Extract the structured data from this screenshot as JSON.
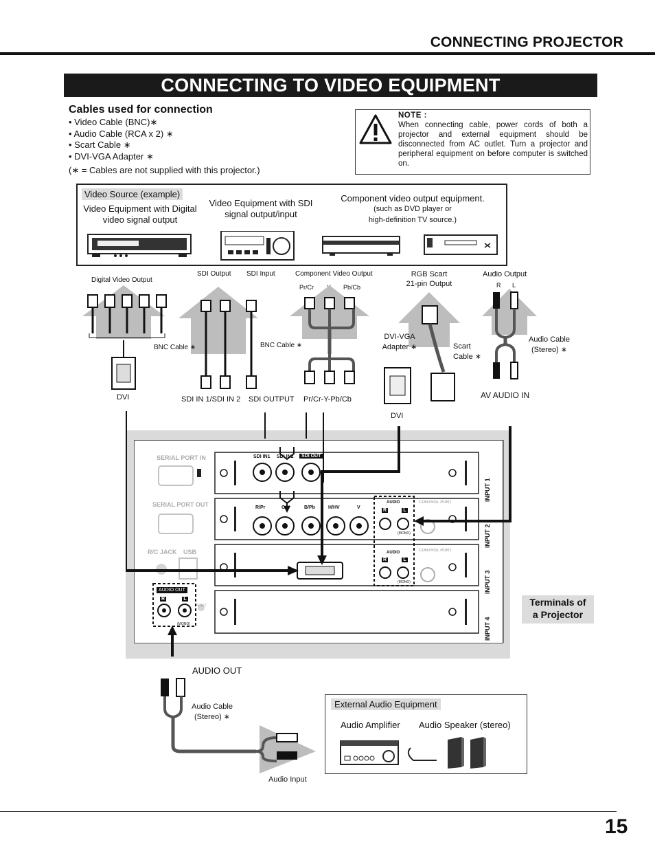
{
  "header": {
    "section_title": "CONNECTING PROJECTOR",
    "banner_title": "CONNECTING TO VIDEO EQUIPMENT"
  },
  "cables": {
    "heading": "Cables used for connection",
    "items": [
      "• Video Cable (BNC)∗",
      "• Audio Cable (RCA x 2) ∗",
      "• Scart Cable ∗",
      "• DVI-VGA Adapter ∗"
    ],
    "footnote": "(∗ = Cables are not supplied with this projector.)"
  },
  "note": {
    "title": "NOTE :",
    "text": "When connecting cable, power cords of both a projector and external equipment should be disconnected from AC outlet. Turn a projector and peripheral equipment on before computer is switched on."
  },
  "video_source": {
    "label": "Video Source (example)",
    "digital": "Video Equipment with Digital video signal output",
    "sdi": "Video Equipment with SDI signal output/input",
    "component": "Component video output equipment.",
    "component_sub1": "(such as DVD player or",
    "component_sub2": "high-definition TV source.)"
  },
  "connectors": {
    "digital_video_output": "Digital Video Output",
    "sdi_output": "SDI Output",
    "sdi_input": "SDI Input",
    "component_video_output": "Component Video Output",
    "pr_cr": "Pr/Cr",
    "y": "Y",
    "pb_cb": "Pb/Cb",
    "rgb_scart_1": "RGB Scart",
    "rgb_scart_2": "21-pin Output",
    "audio_output": "Audio Output",
    "r": "R",
    "l": "L",
    "bnc_cable_1": "BNC Cable ∗",
    "bnc_cable_2": "BNC Cable ∗",
    "dvi_vga_1": "DVI-VGA",
    "dvi_vga_2": "Adapter ∗",
    "scart_1": "Scart",
    "scart_2": "Cable ∗",
    "audio_cable_1": "Audio Cable",
    "audio_cable_2": "(Stereo) ∗",
    "dvi_left": "DVI",
    "sdi_in_12": "SDI IN 1/SDI IN 2",
    "sdi_output_term": "SDI OUTPUT",
    "pr_cr_y_pb_cb": "Pr/Cr-Y-Pb/Cb",
    "dvi_center": "DVI",
    "av_audio_in": "AV AUDIO IN"
  },
  "projector": {
    "serial_port_in": "SERIAL PORT IN",
    "serial_port_out": "SERIAL PORT OUT",
    "rc_jack": "R/C JACK",
    "usb": "USB",
    "audio_out": "AUDIO OUT",
    "reset": "RESET",
    "mono": "(MONO)",
    "sdi_in1": "SDI IN1",
    "sdi_in2": "SDI IN2",
    "sdi_out": "SDI OUT",
    "r_pr": "R/Pr",
    "g_y": "G/Y",
    "b_pb": "B/Pb",
    "h_hv": "H/HV",
    "v": "V",
    "audio": "AUDIO",
    "control_port": "CONTROL PORT",
    "input1": "INPUT 1",
    "input2": "INPUT 2",
    "input3": "INPUT 3",
    "input4": "INPUT 4",
    "terminals_label_1": "Terminals of",
    "terminals_label_2": "a Projector"
  },
  "audio_out": {
    "label": "AUDIO OUT",
    "cable_1": "Audio Cable",
    "cable_2": "(Stereo) ∗",
    "audio_input": "Audio Input"
  },
  "external_audio": {
    "label": "External Audio Equipment",
    "amplifier": "Audio Amplifier",
    "speaker": "Audio Speaker (stereo)"
  },
  "footer": {
    "page_number": "15"
  }
}
